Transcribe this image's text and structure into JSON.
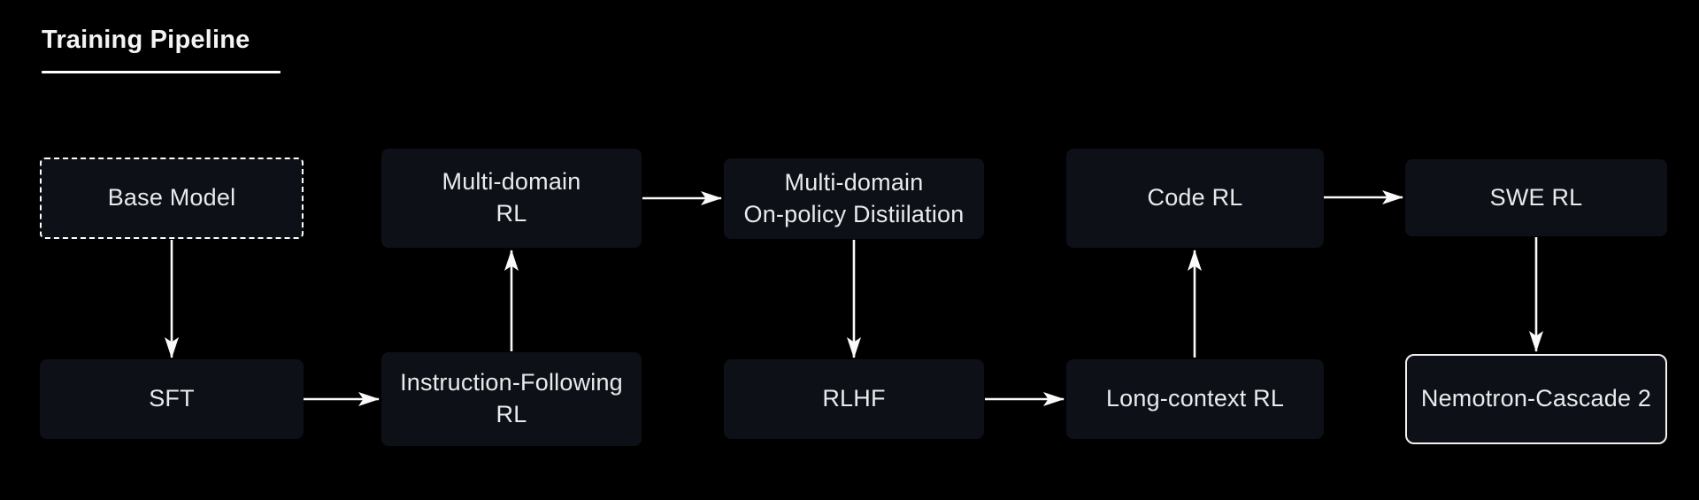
{
  "title": "Training Pipeline",
  "diagram": {
    "nodes": {
      "base_model": {
        "label": "Base Model",
        "shape": "dashed-box"
      },
      "multi_domain_rl": {
        "label": "Multi-domain\nRL",
        "shape": "box"
      },
      "on_policy_distillation": {
        "label": "Multi-domain\nOn-policy Distiilation",
        "shape": "box"
      },
      "code_rl": {
        "label": "Code RL",
        "shape": "box"
      },
      "swe_rl": {
        "label": "SWE RL",
        "shape": "box"
      },
      "sft": {
        "label": "SFT",
        "shape": "box"
      },
      "instruction_following_rl": {
        "label": "Instruction-Following\nRL",
        "shape": "box"
      },
      "rlhf": {
        "label": "RLHF",
        "shape": "box"
      },
      "long_context_rl": {
        "label": "Long-context RL",
        "shape": "box"
      },
      "nemotron_cascade_2": {
        "label": "Nemotron-Cascade 2",
        "shape": "outlined-box"
      }
    },
    "edges": [
      {
        "from": "base_model",
        "to": "sft",
        "direction": "down"
      },
      {
        "from": "sft",
        "to": "instruction_following_rl",
        "direction": "right"
      },
      {
        "from": "instruction_following_rl",
        "to": "multi_domain_rl",
        "direction": "up"
      },
      {
        "from": "multi_domain_rl",
        "to": "on_policy_distillation",
        "direction": "right"
      },
      {
        "from": "on_policy_distillation",
        "to": "rlhf",
        "direction": "down"
      },
      {
        "from": "rlhf",
        "to": "long_context_rl",
        "direction": "right"
      },
      {
        "from": "long_context_rl",
        "to": "code_rl",
        "direction": "up"
      },
      {
        "from": "code_rl",
        "to": "swe_rl",
        "direction": "right"
      },
      {
        "from": "swe_rl",
        "to": "nemotron_cascade_2",
        "direction": "down"
      }
    ],
    "colors": {
      "background": "#000000",
      "node_fill": "#0d1016",
      "node_text": "#e9eaec",
      "arrow": "#fafafa",
      "title_text": "#f4f4f5",
      "border": "#ffffff"
    }
  }
}
